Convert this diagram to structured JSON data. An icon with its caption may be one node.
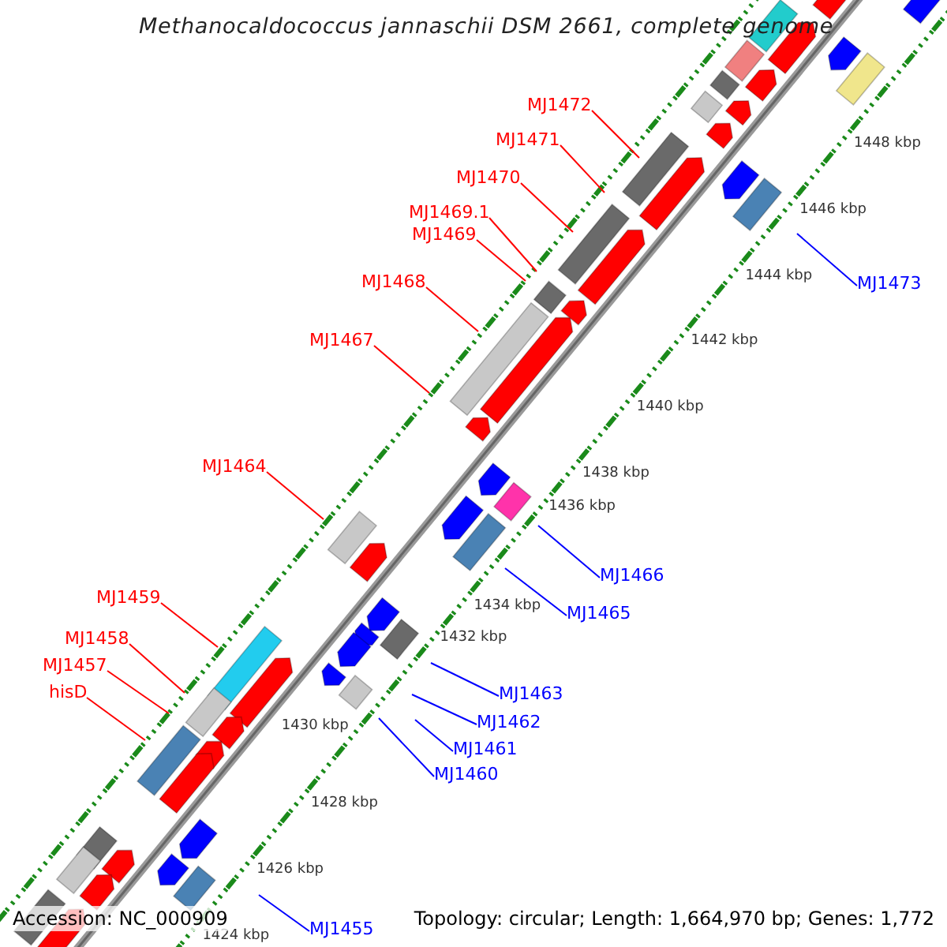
{
  "diagram": {
    "title": "Methanocaldococcus jannaschii DSM 2661, complete genome",
    "nodes": [
      {
        "text": [
          "MJ1472"
        ]
      },
      {
        "text": [
          "MJ1471"
        ]
      },
      {
        "text": [
          "MJ1470"
        ]
      },
      {
        "text": [
          "MJ1469.1"
        ]
      },
      {
        "text": [
          "MJ1469"
        ]
      },
      {
        "text": [
          "MJ1468"
        ]
      },
      {
        "text": [
          "MJ1467"
        ]
      },
      {
        "text": [
          "MJ1464"
        ]
      },
      {
        "text": [
          "MJ1459"
        ]
      },
      {
        "text": [
          "MJ1458"
        ]
      },
      {
        "text": [
          "MJ1457"
        ]
      },
      {
        "text": [
          "hisD"
        ]
      },
      {
        "text": [
          "MJ1473"
        ]
      },
      {
        "text": [
          "MJ1466"
        ]
      },
      {
        "text": [
          "MJ1465"
        ]
      },
      {
        "text": [
          "MJ1463"
        ]
      },
      {
        "text": [
          "MJ1462"
        ]
      },
      {
        "text": [
          "MJ1461"
        ]
      },
      {
        "text": [
          "MJ1460"
        ]
      },
      {
        "text": [
          "MJ1455"
        ]
      }
    ],
    "edges": [
      {
        "from": 0,
        "to": null,
        "arrow": "none"
      },
      {
        "from": 1,
        "to": null,
        "arrow": "none"
      },
      {
        "from": 2,
        "to": null,
        "arrow": "none"
      },
      {
        "from": 3,
        "to": null,
        "arrow": "none"
      },
      {
        "from": 4,
        "to": null,
        "arrow": "none"
      },
      {
        "from": 5,
        "to": null,
        "arrow": "none"
      },
      {
        "from": 6,
        "to": null,
        "arrow": "none"
      },
      {
        "from": 7,
        "to": null,
        "arrow": "none"
      },
      {
        "from": 8,
        "to": null,
        "arrow": "none"
      },
      {
        "from": 9,
        "to": null,
        "arrow": "none"
      },
      {
        "from": 10,
        "to": null,
        "arrow": "none"
      },
      {
        "from": 11,
        "to": null,
        "arrow": "none"
      },
      {
        "from": 12,
        "to": null,
        "arrow": "none",
        "color": "#0000ff"
      },
      {
        "from": 13,
        "to": null,
        "arrow": "none",
        "color": "#0000ff"
      },
      {
        "from": 14,
        "to": null,
        "arrow": "none",
        "color": "#0000ff"
      },
      {
        "from": 15,
        "to": null,
        "arrow": "none",
        "color": "#0000ff"
      },
      {
        "from": 16,
        "to": null,
        "arrow": "none",
        "color": "#0000ff"
      },
      {
        "from": 17,
        "to": null,
        "arrow": "none",
        "color": "#0000ff"
      },
      {
        "from": 18,
        "to": null,
        "arrow": "none",
        "color": "#0000ff"
      },
      {
        "from": 19,
        "to": null,
        "arrow": "none",
        "color": "#0000ff"
      }
    ],
    "labels": [
      "1448 kbp",
      "1446 kbp",
      "1444 kbp",
      "1442 kbp",
      "1440 kbp",
      "1438 kbp",
      "1436 kbp",
      "1434 kbp",
      "1432 kbp",
      "1430 kbp",
      "1428 kbp",
      "1426 kbp",
      "1424 kbp",
      "Accession: NC_000909",
      "Topology: circular; Length: 1,664,970 bp; Genes: 1,772"
    ]
  }
}
